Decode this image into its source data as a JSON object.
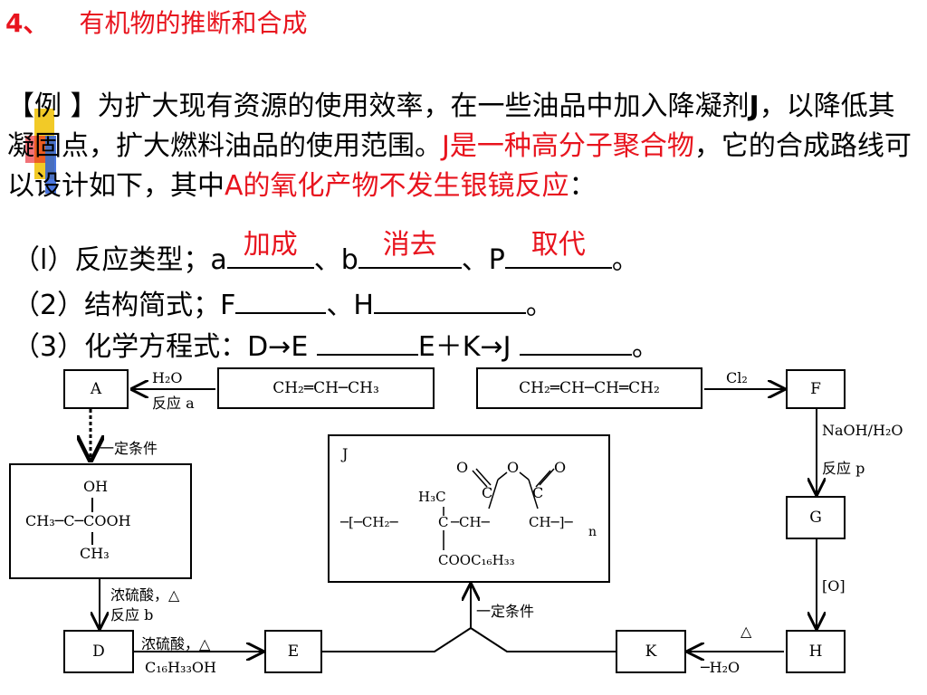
{
  "title": {
    "number": "4、",
    "text": "有机物的推断和合成"
  },
  "paragraph": {
    "p1": "【例 】为扩大现有资源的使用效率，在一些油品中加入降凝剂",
    "p1_bold": "J",
    "p2": "，以降低其凝固点，扩大燃料油品的使用范围。",
    "red1": "J是一种高分子聚合物",
    "p3": "，它的合成路线可以设计如下，其中",
    "red2": "A的氧化产物不发生银镜反应",
    "p4": "："
  },
  "q1": {
    "prefix": "（l）反应类型；a",
    "ans_a": "加成",
    "sep1": "、b",
    "ans_b": "消去",
    "sep2": "、P",
    "ans_p": "取代",
    "end": "。"
  },
  "q2": {
    "prefix": "（2）结构简式；F",
    "sep": "、H",
    "end": "。"
  },
  "q3": {
    "prefix": "（3）化学方程式：D→E ",
    "mid": "E＋K→J ",
    "end": "。"
  },
  "diagram": {
    "A": "A",
    "D": "D",
    "E": "E",
    "F": "F",
    "G": "G",
    "H": "H",
    "K": "K",
    "J": "J",
    "propene": "CH₂═CH─CH₃",
    "butadiene": "CH₂═CH─CH═CH₂",
    "h2o": "H₂O",
    "reaction_a": "反应 a",
    "cl2": "Cl₂",
    "naoh": "NaOH/H₂O",
    "reaction_p": "反应 p",
    "o_ox": "[O]",
    "condition1": "一定条件",
    "condition2": "一定条件",
    "conc_h2so4_1": "浓硫酸，△",
    "reaction_b": "反应 b",
    "conc_h2so4_2": "浓硫酸，△",
    "alcohol": "C₁₆H₃₃OH",
    "delta": "△",
    "h2o_k": "─H₂O",
    "hydroxy_acid": {
      "oh": "OH",
      "left": "CH₃─",
      "c": "C",
      "right": "─COOH",
      "ch3": "CH₃"
    },
    "polymer": {
      "h3c": "H₃C",
      "chain_left": "─[─CH₂─",
      "c1": "C",
      "ch1": "─CH─",
      "ch2": "CH─]─",
      "n": "n",
      "ester": "COOC₁₆H₃₃",
      "o": "O",
      "c": "C"
    }
  }
}
